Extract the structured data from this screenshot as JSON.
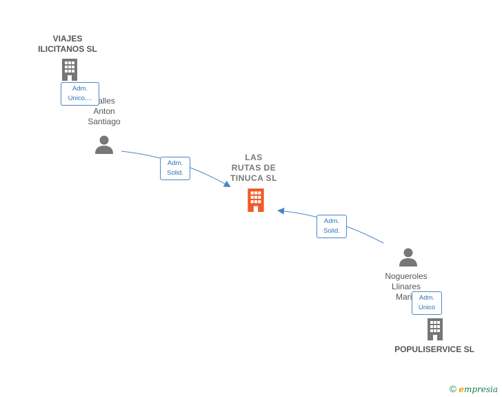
{
  "nodes": {
    "viajes": {
      "lines": [
        "VIAJES",
        "ILICITANOS SL"
      ],
      "icon": "building-icon",
      "color": "#777777"
    },
    "valles": {
      "lines": [
        "Valles",
        "Anton",
        "Santiago"
      ],
      "icon": "person-icon",
      "color": "#777777"
    },
    "center": {
      "lines": [
        "LAS",
        "RUTAS DE",
        "TINUCA  SL"
      ],
      "icon": "building-icon",
      "color": "#f05a28"
    },
    "nogueroles": {
      "lines": [
        "Nogueroles",
        "Llinares",
        "Maria"
      ],
      "icon": "person-icon",
      "color": "#777777"
    },
    "populiservice": {
      "lines": [
        "POPULISERVICE SL"
      ],
      "icon": "building-icon",
      "color": "#777777"
    }
  },
  "roles": {
    "viajes_valles": [
      "Adm.",
      "Unico,..."
    ],
    "valles_center": [
      "Adm.",
      "Solid."
    ],
    "nogueroles_center": [
      "Adm.",
      "Solid."
    ],
    "nogueroles_populi": [
      "Adm.",
      "Unico"
    ]
  },
  "footer": {
    "copyright": "©",
    "brand_initial": "e",
    "brand_rest": "mpresia"
  },
  "colors": {
    "edge": "#4a86c8",
    "node": "#777777",
    "highlight": "#f05a28"
  }
}
